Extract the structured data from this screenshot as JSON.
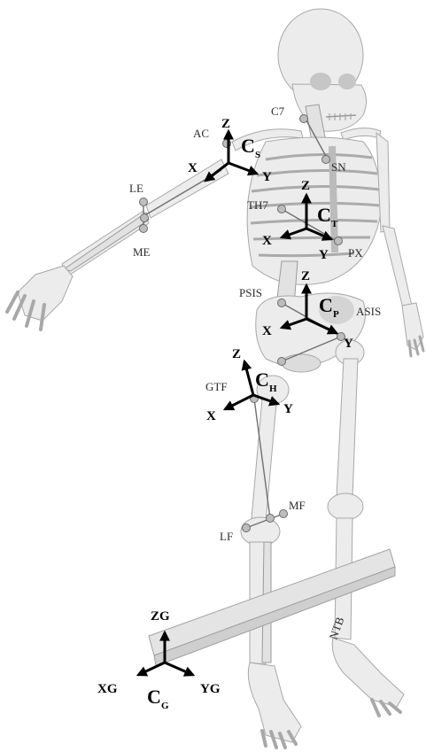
{
  "landmarks": {
    "c7": "C7",
    "ac": "AC",
    "sn": "SN",
    "le": "LE",
    "me": "ME",
    "th7": "TH7",
    "px": "PX",
    "psis": "PSIS",
    "asis": "ASIS",
    "gtf": "GTF",
    "mf": "MF",
    "lf": "LF",
    "ntb": "NTB"
  },
  "frames": {
    "shoulder": {
      "main": "C",
      "sub": "S",
      "x": "X",
      "y": "Y",
      "z": "Z"
    },
    "thorax": {
      "main": "C",
      "sub": "T",
      "x": "X",
      "y": "Y",
      "z": "Z"
    },
    "pelvis": {
      "main": "C",
      "sub": "P",
      "x": "X",
      "y": "Y",
      "z": "Z"
    },
    "hip": {
      "main": "C",
      "sub": "H",
      "x": "X",
      "y": "Y",
      "z": "Z"
    },
    "ground": {
      "main": "C",
      "sub": "G",
      "x": "XG",
      "y": "YG",
      "z": "ZG"
    }
  },
  "colors": {
    "bone": "#ececec",
    "outline": "#a8a8a8",
    "axes": "#000000",
    "platform": "#e4e4e4"
  }
}
